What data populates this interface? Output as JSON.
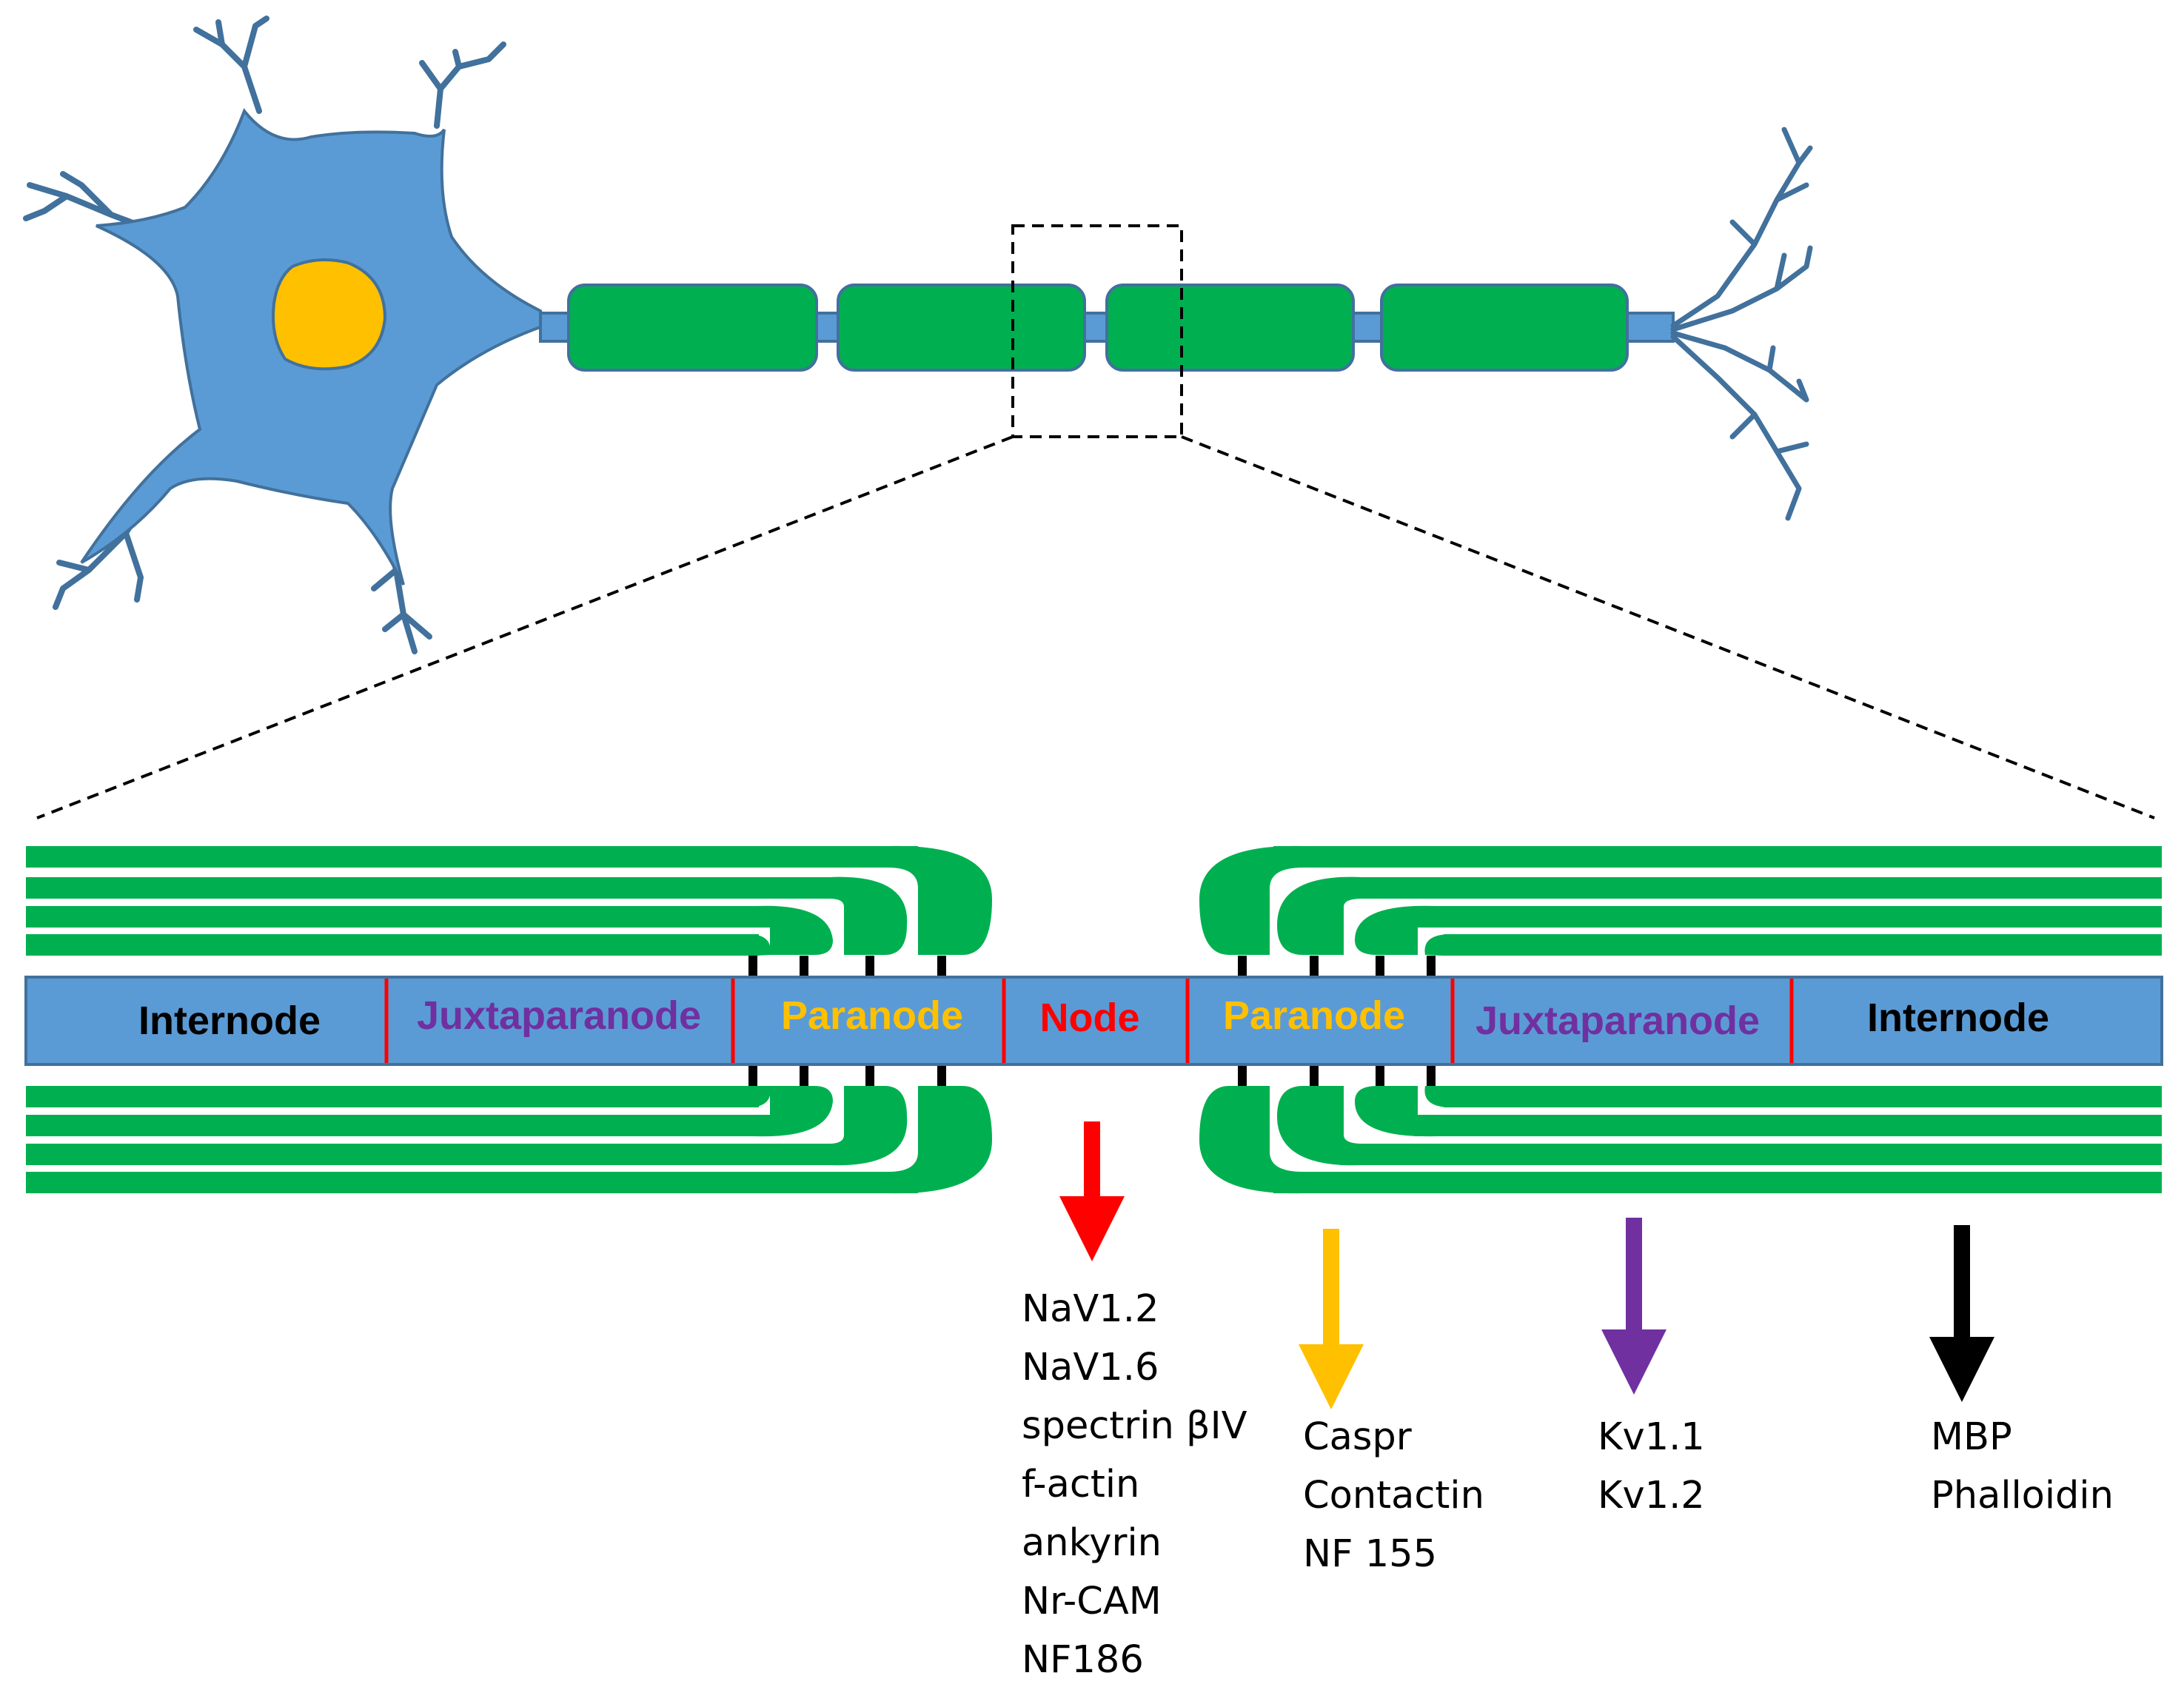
{
  "colors": {
    "axon_blue": "#5b9bd5",
    "axon_outline": "#41719c",
    "myelin_green": "#00b050",
    "nucleus_yellow": "#ffc000",
    "node_red": "#ff0000",
    "paranode_yellow": "#ffc000",
    "juxta_purple": "#7030a0",
    "internode_black": "#000000"
  },
  "segments": [
    {
      "label": "Internode",
      "color": "#000000"
    },
    {
      "label": "Juxtaparanode",
      "color": "#7030a0"
    },
    {
      "label": "Paranode",
      "color": "#ffc000"
    },
    {
      "label": "Node",
      "color": "#ff0000"
    },
    {
      "label": "Paranode",
      "color": "#ffc000"
    },
    {
      "label": "Juxtaparanode",
      "color": "#7030a0"
    },
    {
      "label": "Internode",
      "color": "#000000"
    }
  ],
  "markers": [
    {
      "region": "Node",
      "color": "#ff0000",
      "items": [
        "NaV1.2",
        "NaV1.6",
        "spectrin βIV",
        "f-actin",
        "ankyrin",
        "Nr-CAM",
        "NF186"
      ]
    },
    {
      "region": "Paranode",
      "color": "#ffc000",
      "items": [
        "Caspr",
        "Contactin",
        "NF 155"
      ]
    },
    {
      "region": "Juxtaparanode",
      "color": "#7030a0",
      "items": [
        "Kv1.1",
        "Kv1.2"
      ]
    },
    {
      "region": "Internode",
      "color": "#000000",
      "items": [
        "MBP",
        "Phalloidin"
      ]
    }
  ]
}
